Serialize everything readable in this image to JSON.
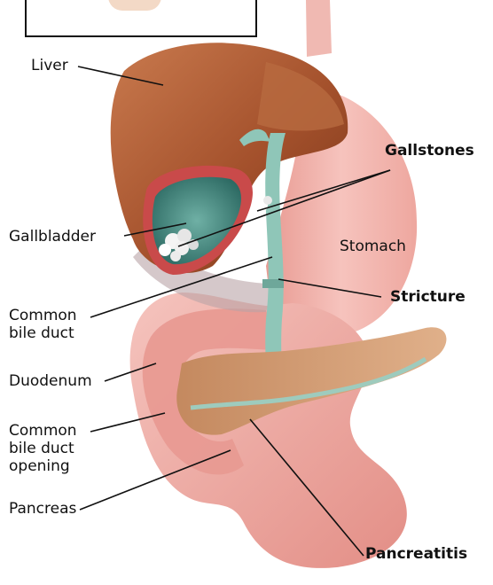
{
  "labels": {
    "liver": "Liver",
    "gallstones": "Gallstones",
    "gallbladder": "Gallbladder",
    "stomach": "Stomach",
    "stricture": "Stricture",
    "common_bile_duct": "Common\nbile duct",
    "duodenum": "Duodenum",
    "common_bile_duct_opening": "Common\nbile duct\nopening",
    "pancreas": "Pancreas",
    "pancreatitis": "Pancreatitis"
  },
  "colors": {
    "liver": "#a8552e",
    "stomach": "#f2b3ad",
    "duodenum": "#e79c94",
    "gallbladder": "#4f8e86",
    "bile_duct": "#8fc6b8",
    "pancreas": "#cf9b73",
    "stones": "#f4f4f4"
  }
}
